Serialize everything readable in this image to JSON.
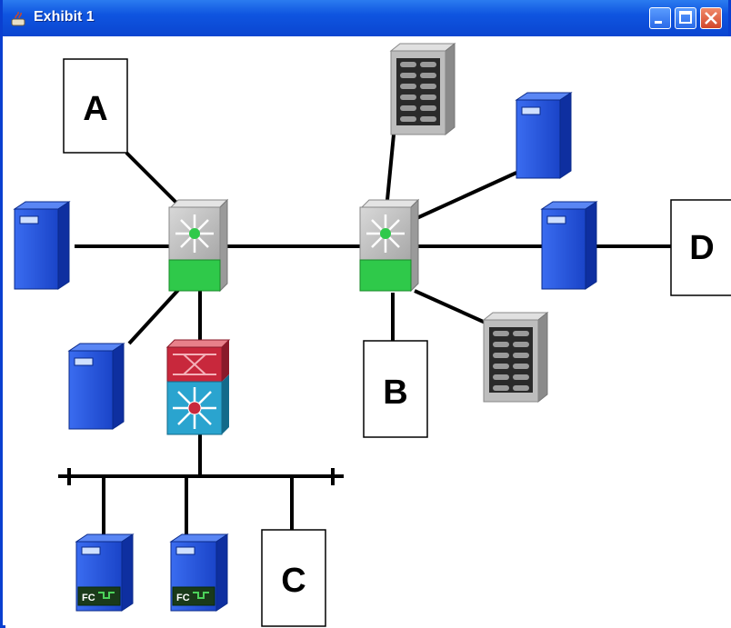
{
  "window": {
    "title": "Exhibit 1"
  },
  "labels": {
    "a": "A",
    "b": "B",
    "c": "C",
    "d": "D"
  },
  "icons": {
    "storage": "storage-array-icon",
    "server": "server-tower-icon",
    "switch": "multilayer-switch-icon",
    "firewall": "firewall-module-icon",
    "fc_server": "fc-server-icon"
  },
  "badges": {
    "fc": "FC"
  },
  "colors": {
    "server_blue": "#1f4fd8",
    "switch_green": "#2fc94a",
    "switch_grey": "#c9c9c9",
    "firewall_red": "#c8283c",
    "l3_cyan": "#2aa4cf"
  }
}
